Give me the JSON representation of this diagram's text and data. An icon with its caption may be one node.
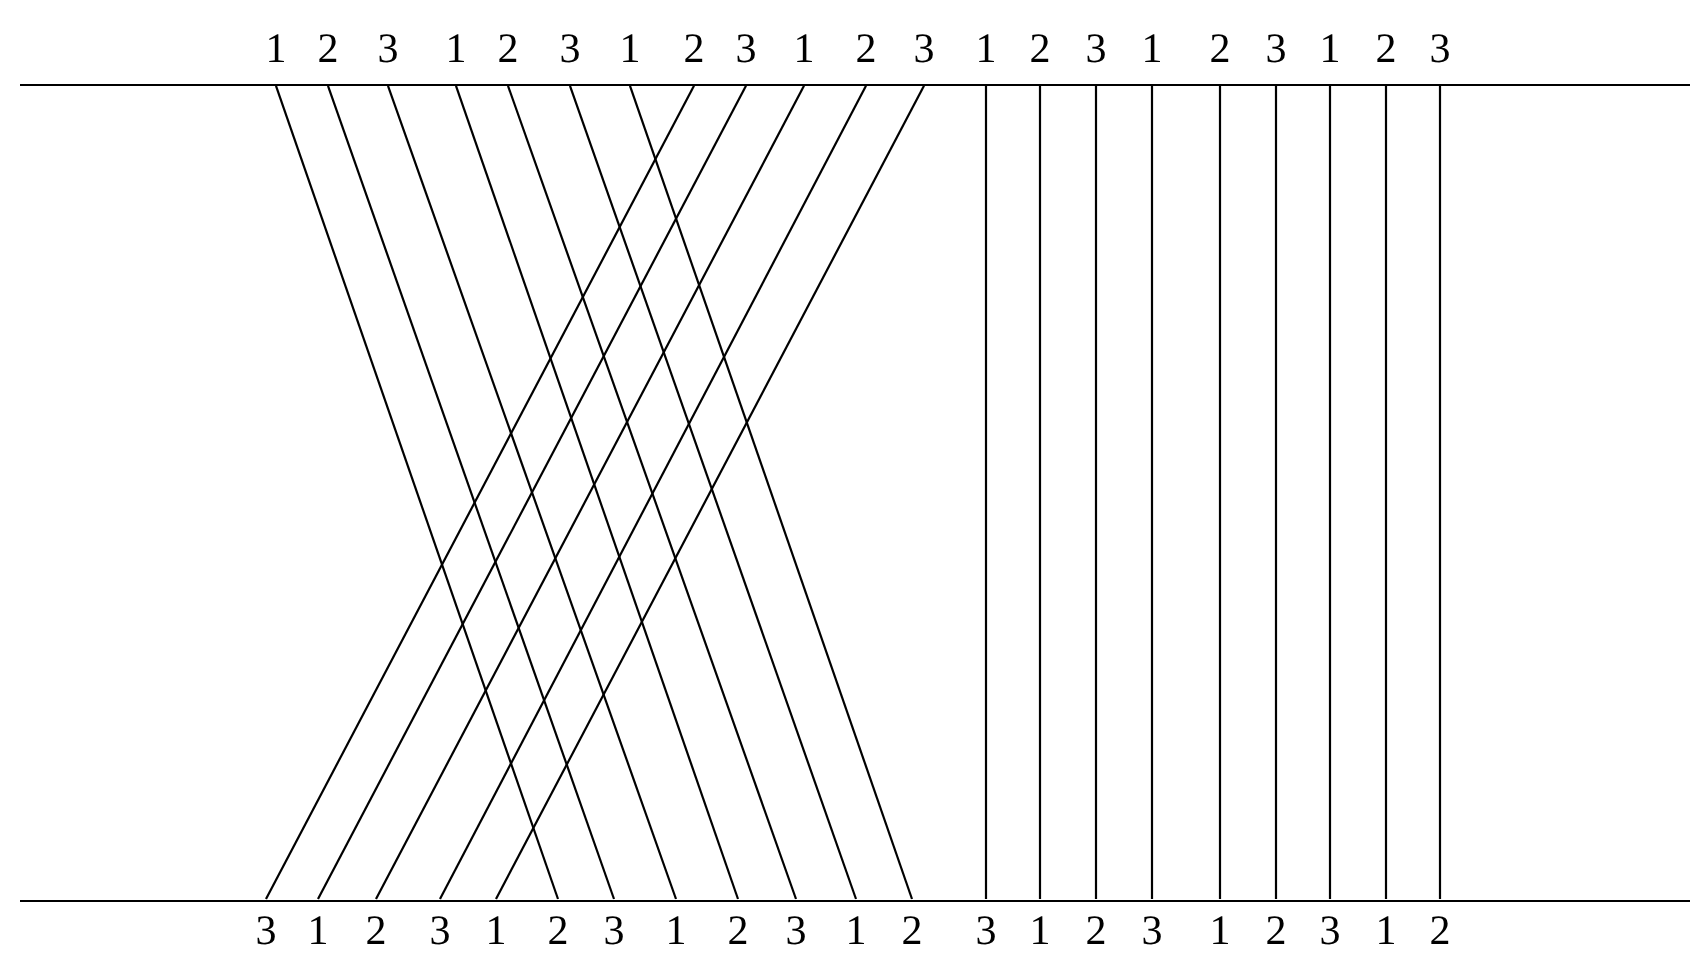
{
  "diagram": {
    "nodes": [
      {
        "text": [],
        "shape": "bar"
      },
      {
        "text": [],
        "shape": "bar"
      }
    ],
    "edges": [
      {
        "from": 0,
        "to": 1,
        "arrow": "none"
      },
      {
        "from": 0,
        "to": 1,
        "arrow": "none"
      },
      {
        "from": 0,
        "to": 1,
        "arrow": "none"
      },
      {
        "from": 0,
        "to": 1,
        "arrow": "none"
      },
      {
        "from": 0,
        "to": 1,
        "arrow": "none"
      },
      {
        "from": 0,
        "to": 1,
        "arrow": "none"
      },
      {
        "from": 0,
        "to": 1,
        "arrow": "none"
      },
      {
        "from": 0,
        "to": 1,
        "arrow": "none"
      },
      {
        "from": 0,
        "to": 1,
        "arrow": "none"
      },
      {
        "from": 0,
        "to": 1,
        "arrow": "none"
      },
      {
        "from": 0,
        "to": 1,
        "arrow": "none"
      },
      {
        "from": 0,
        "to": 1,
        "arrow": "none"
      },
      {
        "from": 0,
        "to": 1,
        "arrow": "none"
      },
      {
        "from": 0,
        "to": 1,
        "arrow": "none"
      },
      {
        "from": 0,
        "to": 1,
        "arrow": "none"
      },
      {
        "from": 0,
        "to": 1,
        "arrow": "none"
      },
      {
        "from": 0,
        "to": 1,
        "arrow": "none"
      },
      {
        "from": 0,
        "to": 1,
        "arrow": "none"
      },
      {
        "from": 0,
        "to": 1,
        "arrow": "none"
      },
      {
        "from": 0,
        "to": 1,
        "arrow": "none"
      },
      {
        "from": 0,
        "to": 1,
        "arrow": "none"
      }
    ],
    "labels": [
      "1",
      "2",
      "3",
      "1",
      "2",
      "3",
      "1",
      "2",
      "3",
      "1",
      "2",
      "3",
      "1",
      "2",
      "3",
      "1",
      "2",
      "3",
      "1",
      "2",
      "3",
      "3",
      "1",
      "2",
      "3",
      "1",
      "2",
      "3",
      "1",
      "2",
      "3",
      "1",
      "2",
      "3",
      "1",
      "2",
      "3",
      "1",
      "2",
      "3",
      "1",
      "2"
    ]
  }
}
